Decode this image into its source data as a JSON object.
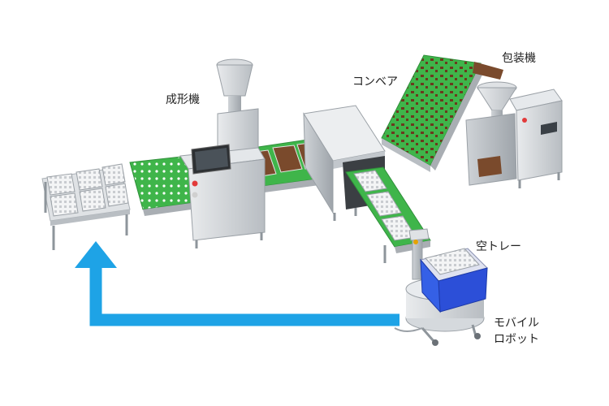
{
  "labels": {
    "molding_machine": "成形機",
    "conveyor": "コンベア",
    "packaging_machine": "包装機",
    "empty_tray": "空トレー",
    "mobile_robot_line1": "モバイル",
    "mobile_robot_line2": "ロボット"
  },
  "colors": {
    "arrow": "#1ea3e6",
    "belt": "#3fb54a",
    "tray_box": "#2c4fd8",
    "machine": "#c9cdd1"
  }
}
